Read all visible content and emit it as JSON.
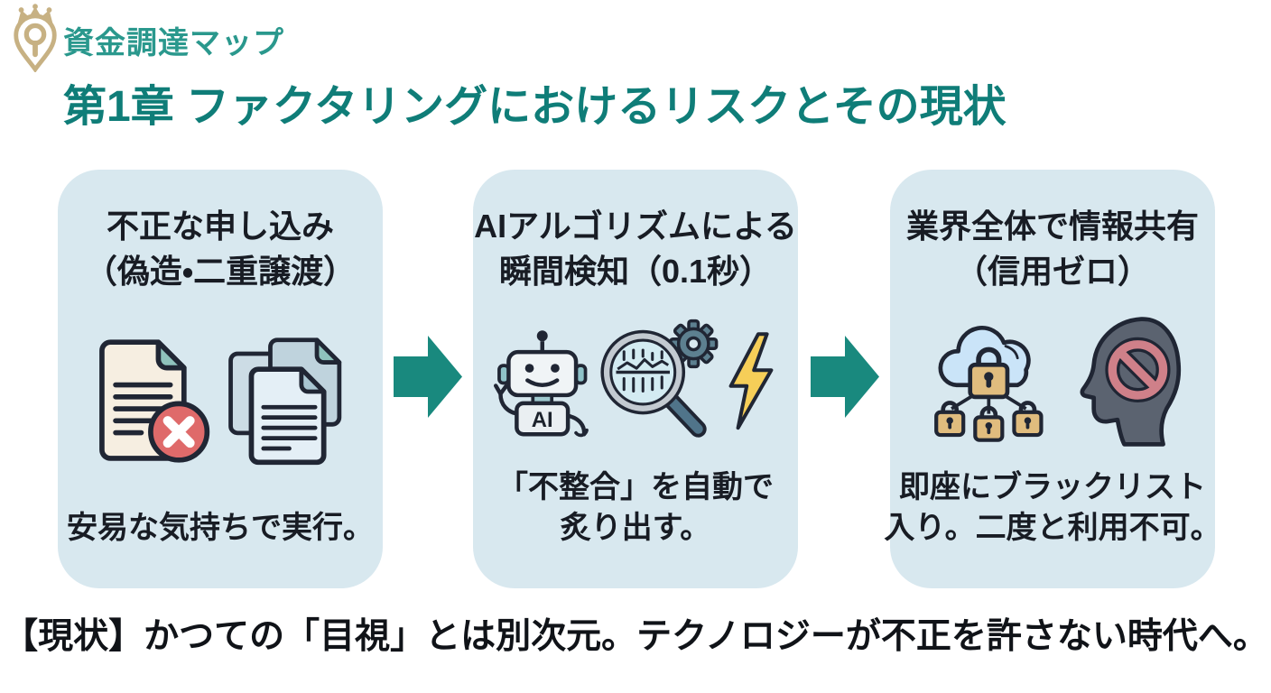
{
  "colors": {
    "brand_teal": "#2a988d",
    "title_teal": "#0f7d78",
    "card_bg": "#d8e8ef",
    "arrow_teal": "#19897e",
    "text_dark": "#181c24",
    "logo_gold": "#c7b183",
    "error_red": "#df6a6a",
    "lock_tan": "#e0bc7e",
    "lightning_yellow": "#f6ce58"
  },
  "header": {
    "brand": "資金調達マップ",
    "title": "第1章 ファクタリングにおけるリスクとその現状"
  },
  "steps": [
    {
      "title_line1": "不正な申し込み",
      "title_line2": "（偽造・二重譲渡）",
      "caption_line1": "安易な気持ちで実行。",
      "caption_line2": "",
      "icons": [
        "document-error-icon",
        "documents-stack-icon"
      ]
    },
    {
      "title_line1": "AIアルゴリズムによる",
      "title_line2": "瞬間検知（0.1秒）",
      "robot_label": "AI",
      "caption_line1": "「不整合」を自動で",
      "caption_line2": "炙り出す。",
      "icons": [
        "ai-robot-icon",
        "magnifier-chart-icon",
        "gear-icon",
        "lightning-icon"
      ]
    },
    {
      "title_line1": "業界全体で情報共有",
      "title_line2": "（信用ゼロ）",
      "caption_line1": "即座にブラックリスト",
      "caption_line2": "入り。二度と利用不可。",
      "icons": [
        "cloud-locks-icon",
        "blacklist-head-icon"
      ]
    }
  ],
  "footer": {
    "text": "【現状】かつての「目視」とは別次元。テクノロジーが不正を許さない時代へ。"
  }
}
